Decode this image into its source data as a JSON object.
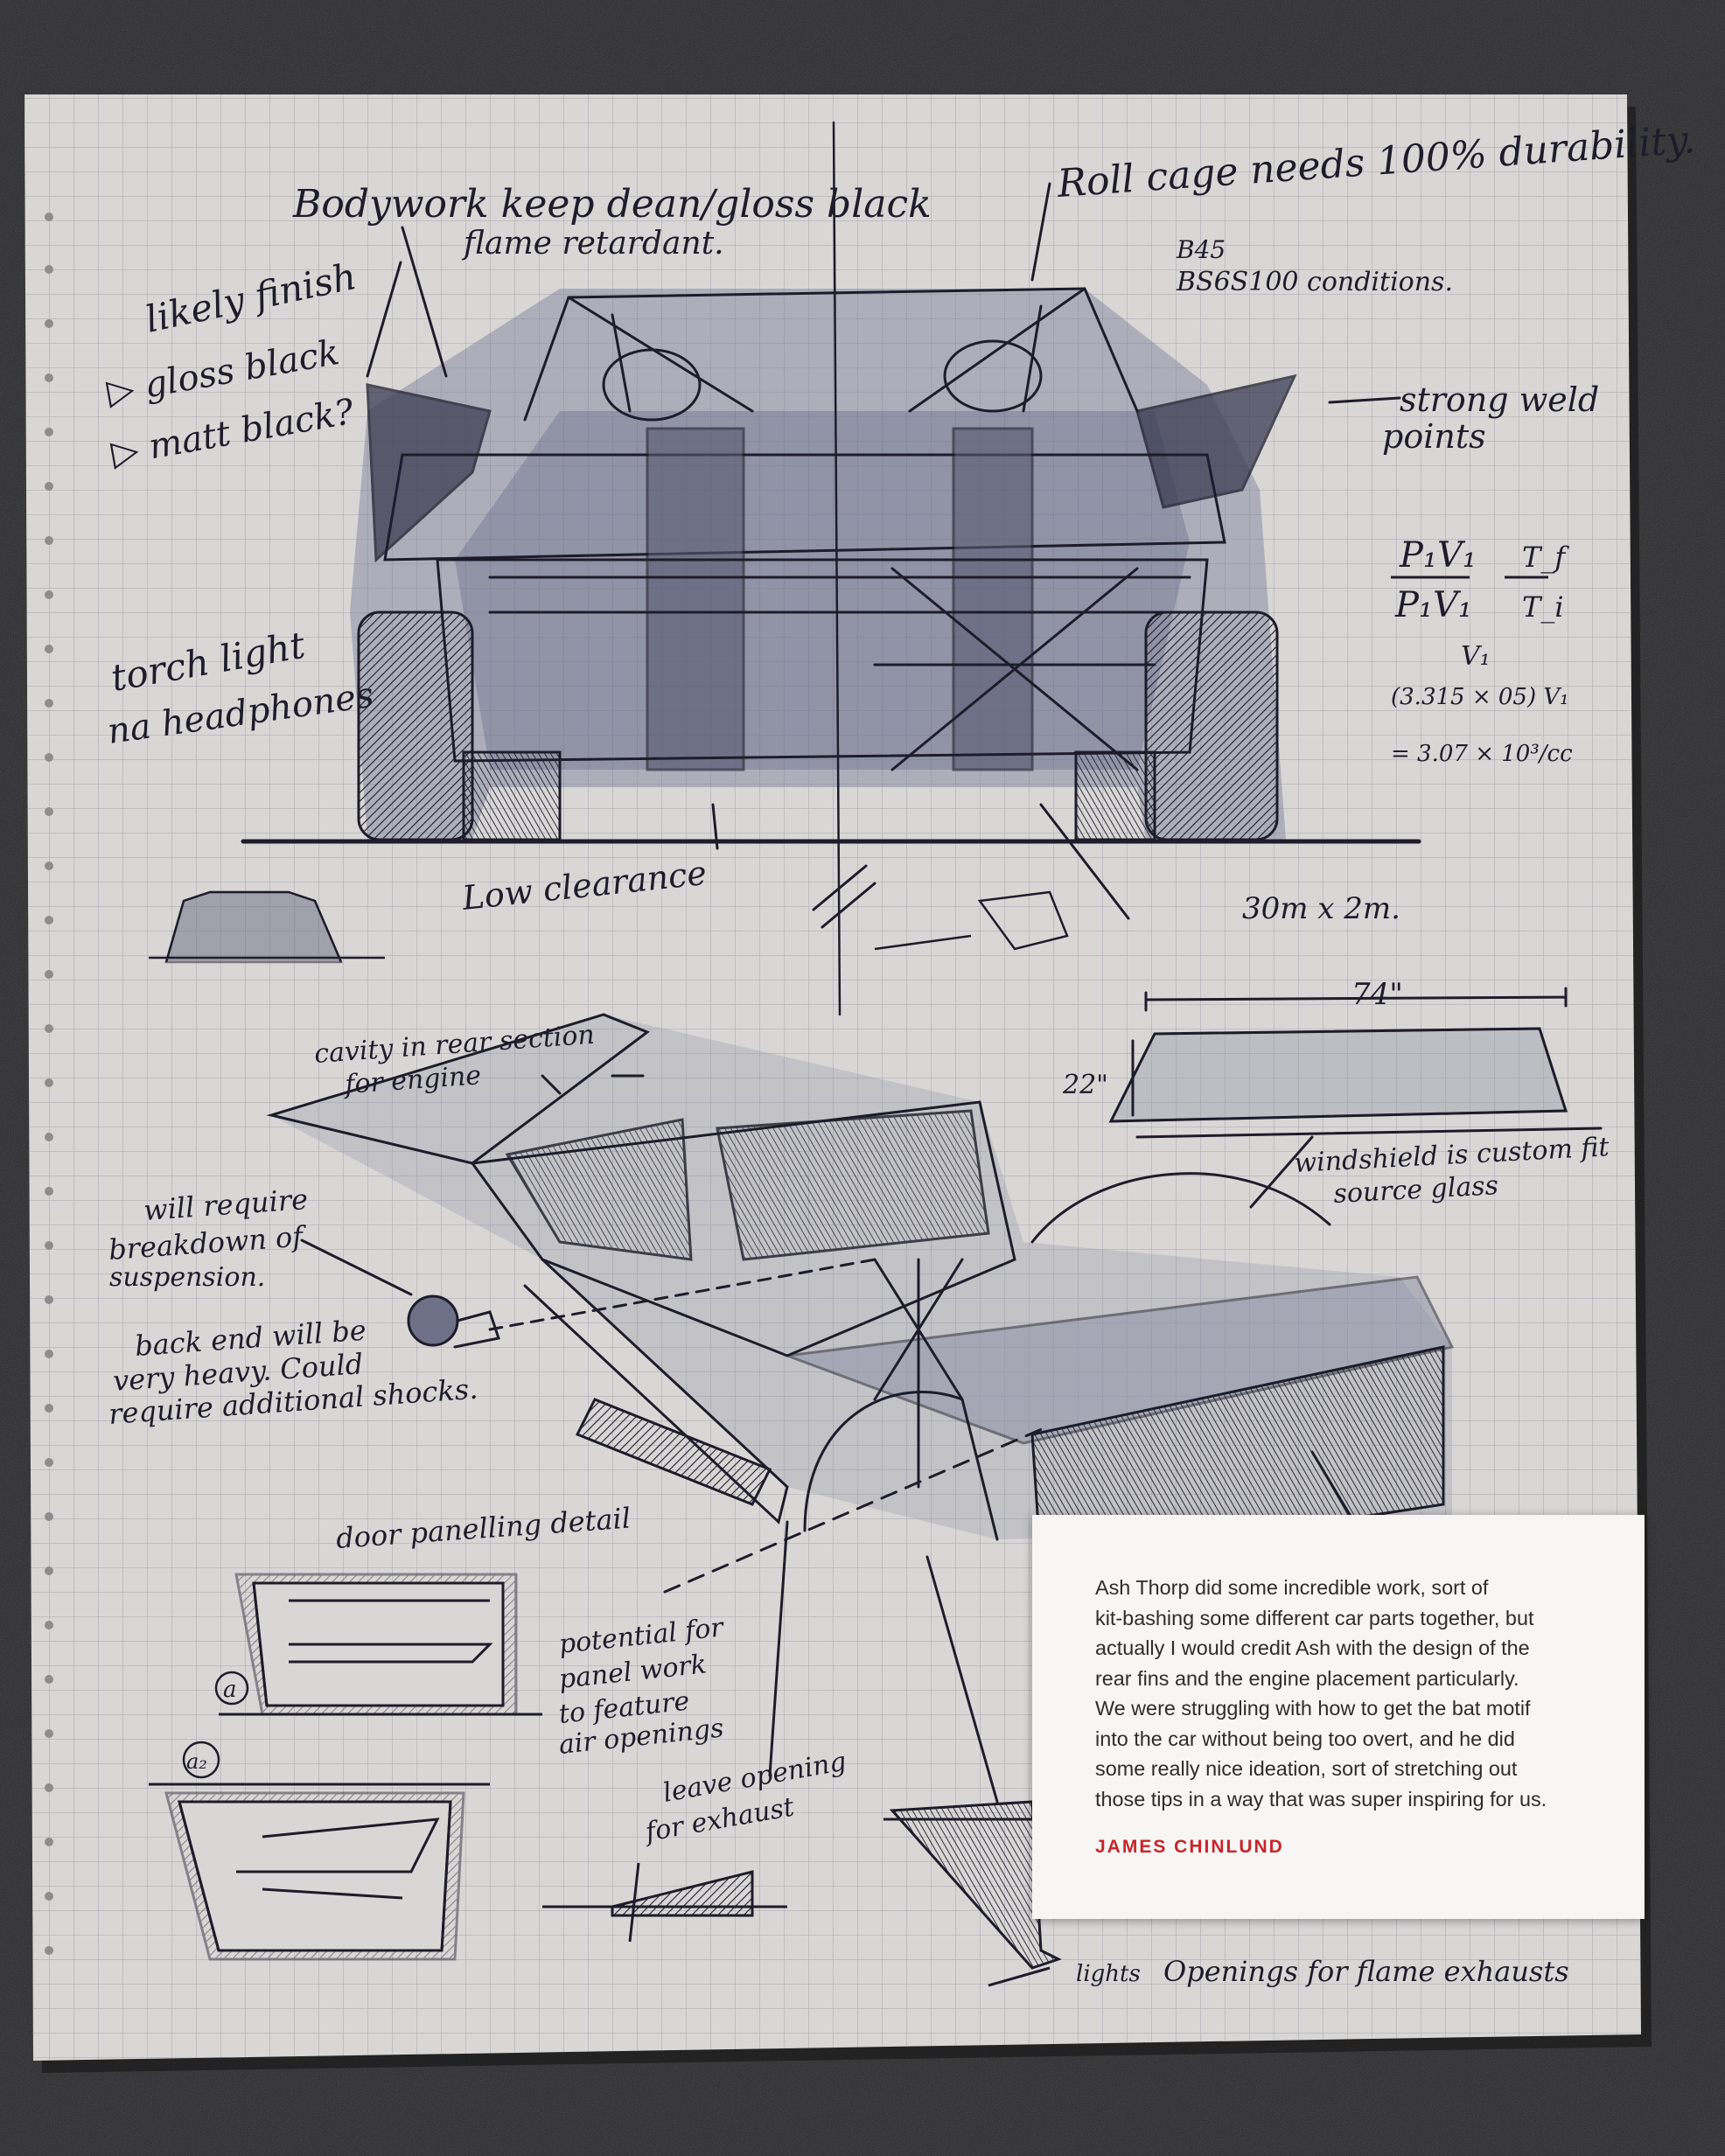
{
  "colors": {
    "background": "#2a2a2c",
    "paper": "#d9d7d6",
    "grid": "#aeb0b6",
    "ink": "#1d1c2a",
    "wash": "#7a7d98",
    "card": "#f7f6f4",
    "author": "#c8242a"
  },
  "notes": {
    "bodywork_1": "Bodywork keep dean/gloss black",
    "bodywork_2": "flame retardant.",
    "likely_finish": "likely finish",
    "gloss_black": "▷ gloss black",
    "matt_black": "▷ matt black?",
    "roll_cage": "Roll cage needs 100% durability.",
    "b45": "B45",
    "bs6s100": "BS6S100 conditions.",
    "strong_weld_1": "strong weld",
    "strong_weld_2": "points",
    "torch_light_1": "torch light",
    "torch_light_2": "na headphones",
    "low_clearance": "Low clearance",
    "dimension_30m": "30m x 2m.",
    "formula_top": "P₁V₁",
    "formula_bottom": "P₁V₁",
    "formula_tf": "T_f",
    "formula_ti": "T_i",
    "formula_v": "V₁",
    "formula_mult": "(3.315 × 05) V₁",
    "formula_result": "= 3.07 × 10³/cc",
    "cavity_1": "cavity in rear section",
    "cavity_2": "for engine",
    "windshield_width": "74\"",
    "windshield_height": "22\"",
    "windshield_1": "windshield is custom fit",
    "windshield_2": "source glass",
    "suspension_1": "will require",
    "suspension_2": "breakdown of",
    "suspension_3": "suspension.",
    "backend_1": "back end will be",
    "backend_2": "very heavy. Could",
    "backend_3": "require additional shocks.",
    "door_panel": "door panelling detail",
    "label_a": "a",
    "label_a2": "a₂",
    "panel_1": "potential for",
    "panel_2": "panel work",
    "panel_3": "to feature",
    "panel_4": "air openings",
    "exhaust_1": "leave opening",
    "exhaust_2": "for exhaust",
    "lights": "lights",
    "flame_exhausts": "Openings for flame exhausts"
  },
  "caption": {
    "lines": [
      "Ash Thorp did some incredible work, sort of",
      "kit-bashing some different car parts together, but",
      "actually I would credit Ash with the design of the",
      "rear fins and the engine placement particularly.",
      "We were struggling with how to get the bat motif",
      "into the car without being too overt, and he did",
      "some really nice ideation, sort of stretching out",
      "those tips in a way that was super inspiring for us."
    ],
    "author": "JAMES CHINLUND"
  }
}
